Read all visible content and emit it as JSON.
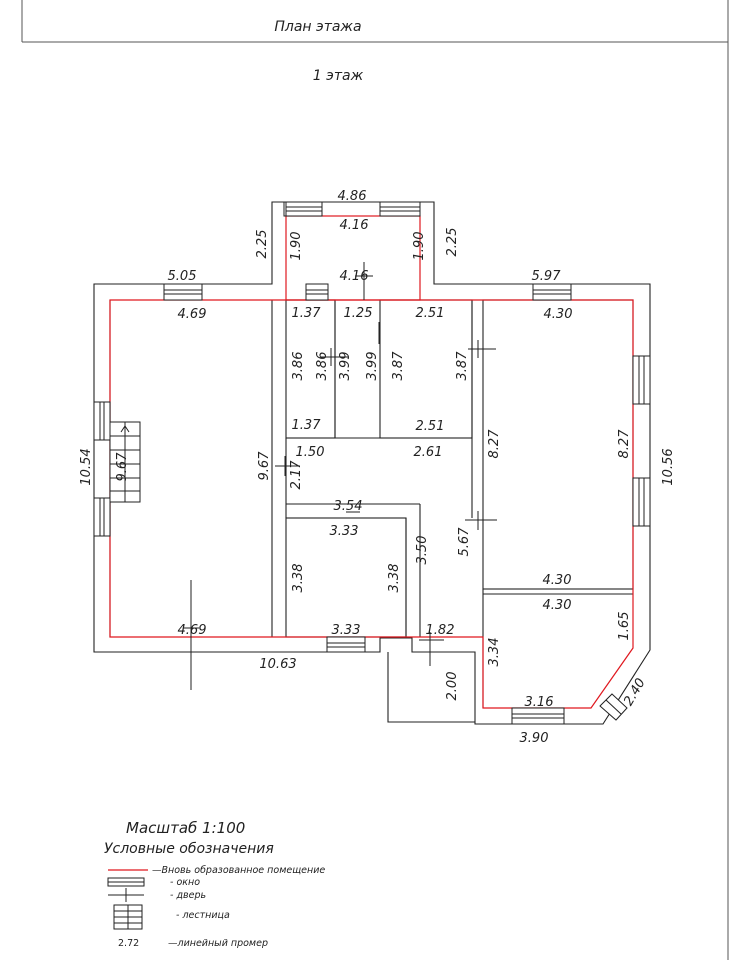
{
  "header": {
    "title": "План этажа"
  },
  "floor": {
    "label": "1 этаж"
  },
  "dims": {
    "d486": "4.86",
    "d416a": "4.16",
    "d225l": "2.25",
    "d190l": "1.90",
    "d190r": "1.90",
    "d225r": "2.25",
    "d416b": "4.16",
    "d505": "5.05",
    "d469t": "4.69",
    "d597": "5.97",
    "d430t": "4.30",
    "d137t": "1.37",
    "d125": "1.25",
    "d251t": "2.51",
    "d386a": "3.86",
    "d386b": "3.86",
    "d399a": "3.99",
    "d399b": "3.99",
    "d387a": "3.87",
    "d387b": "3.87",
    "d137b": "1.37",
    "d251b": "2.51",
    "d1054": "10.54",
    "d967a": "9.67",
    "d967b": "9.67",
    "d217": "2.17",
    "d150": "1.50",
    "d261": "2.61",
    "d827a": "8.27",
    "d827b": "8.27",
    "d1056": "10.56",
    "d354": "3.54",
    "d333t": "3.33",
    "d567": "5.67",
    "d338a": "3.38",
    "d338b": "3.38",
    "d350": "3.50",
    "d430m1": "4.30",
    "d430m2": "4.30",
    "d165": "1.65",
    "d334": "3.34",
    "d469b": "4.69",
    "d333b": "3.33",
    "d182": "1.82",
    "d1063": "10.63",
    "d200": "2.00",
    "d240": "2.40",
    "d316": "3.16",
    "d390": "3.90"
  },
  "legend": {
    "scale": "Масштаб 1:100",
    "title": "Условные обозначения",
    "new_room": "—Вновь образованное помещение",
    "window": "- окно",
    "door": "- дверь",
    "stairs": "- лестница",
    "sample_value": "2.72",
    "measure": "—линейный промер"
  }
}
